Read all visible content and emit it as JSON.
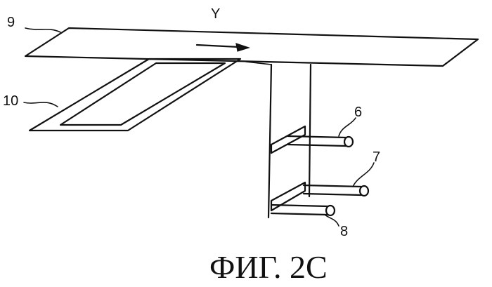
{
  "labels": {
    "plate": "9",
    "frame": "10",
    "direction": "Y",
    "rod_upper": "6",
    "rod_middle": "7",
    "rod_lower": "8"
  },
  "caption": "ФИГ. 2C",
  "line_color": "#111111"
}
